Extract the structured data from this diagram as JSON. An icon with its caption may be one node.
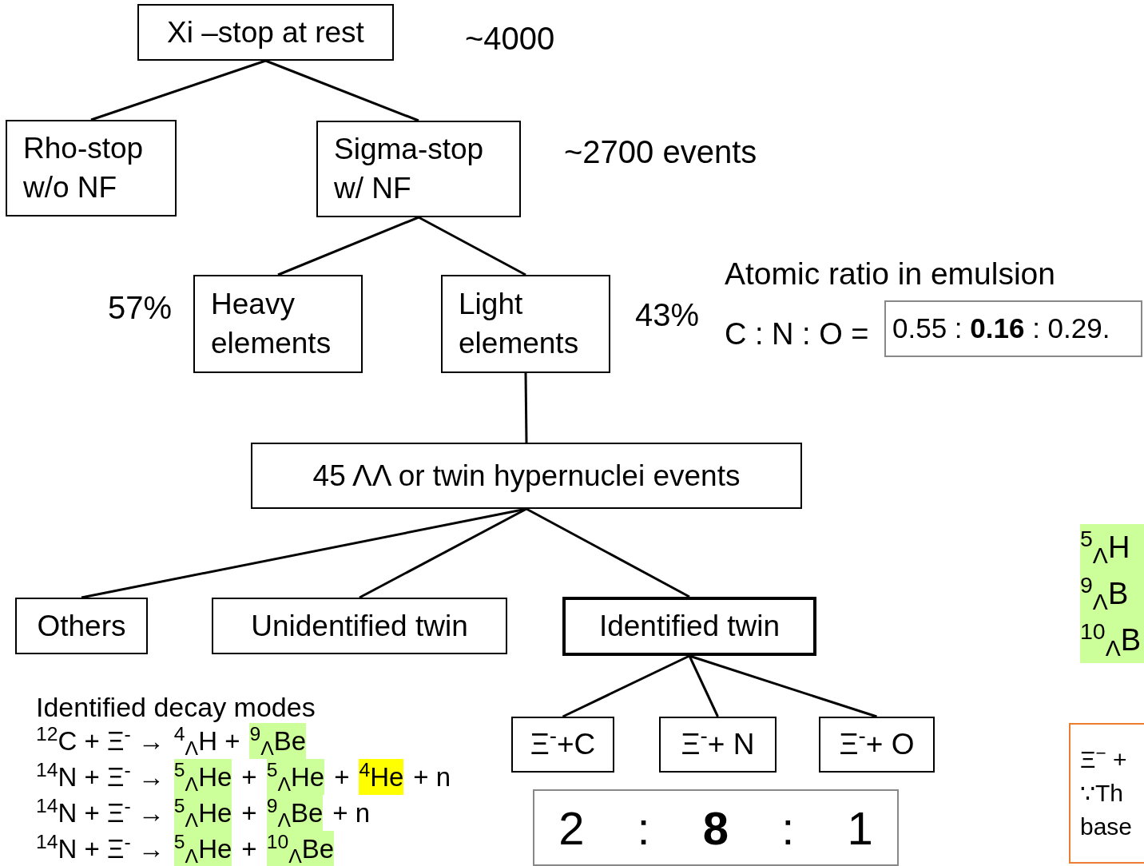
{
  "diagram": {
    "nodes": [
      {
        "text": [
          "Xi –stop at rest"
        ],
        "beside": [
          "~4000"
        ]
      },
      {
        "text": [
          "Rho-stop w/o NF"
        ]
      },
      {
        "text": [
          "Sigma-stop w/ NF"
        ],
        "beside": [
          "~2700 events"
        ]
      },
      {
        "text": [
          "Heavy elements"
        ],
        "beside": [
          "57%"
        ]
      },
      {
        "text": [
          "Light elements"
        ],
        "beside": [
          "43%"
        ]
      },
      {
        "text": [
          "45 ΛΛ or twin hypernuclei events"
        ]
      },
      {
        "text": [
          "Others"
        ]
      },
      {
        "text": [
          "Unidentified twin"
        ]
      },
      {
        "text": [
          "Identified twin"
        ]
      },
      {
        "text": [
          "Ξ$^{-}$+C"
        ]
      },
      {
        "text": [
          "Ξ$^{-}$+ N"
        ]
      },
      {
        "text": [
          "Ξ$^{-}$+ O"
        ]
      },
      {
        "text": [
          "0.55 : **0.16** : 0.29."
        ],
        "beside": [
          "Atomic ratio in emulsion",
          "C : N : O ="
        ]
      },
      {
        "text": [
          "2 : **8** : 1"
        ]
      },
      {
        "text": [
          "Ξ$^{−}$ +",
          "∵Th",
          "base"
        ]
      }
    ],
    "edges": [
      {
        "from": 0,
        "to": 1,
        "arrow": "none"
      },
      {
        "from": 0,
        "to": 2,
        "arrow": "none"
      },
      {
        "from": 2,
        "to": 3,
        "arrow": "none"
      },
      {
        "from": 2,
        "to": 4,
        "arrow": "none"
      },
      {
        "from": 4,
        "to": 5,
        "arrow": "none"
      },
      {
        "from": 5,
        "to": 6,
        "arrow": "none"
      },
      {
        "from": 5,
        "to": 7,
        "arrow": "none"
      },
      {
        "from": 5,
        "to": 8,
        "arrow": "none"
      },
      {
        "from": 8,
        "to": 9,
        "arrow": "none"
      },
      {
        "from": 8,
        "to": 10,
        "arrow": "none"
      },
      {
        "from": 8,
        "to": 11,
        "arrow": "none"
      }
    ],
    "labels": [
      "Identified decay modes",
      "$^{12}$C + Ξ$^{-}$ →",
      "$^{4}$$_{Λ}$H +",
      "$^{9}$$_{Λ}$Be",
      "$^{14}$N + Ξ$^{-}$ →",
      "$^{5}$$_{Λ}$He",
      "+",
      "$^{5}$$_{Λ}$He",
      "+",
      "$^{4}$He",
      "+ n",
      "$^{14}$N + Ξ$^{-}$ →",
      "$^{5}$$_{Λ}$He",
      "+",
      "$^{9}$$_{Λ}$Be",
      "+ n",
      "$^{14}$N + Ξ$^{-}$ →",
      "$^{5}$$_{Λ}$He",
      "+",
      "$^{10}$$_{Λ}$Be",
      "$^{5}$$_{Λ}$H",
      "$^{9}$$_{Λ}$B",
      "$^{10}$$_{Λ}$B"
    ]
  }
}
